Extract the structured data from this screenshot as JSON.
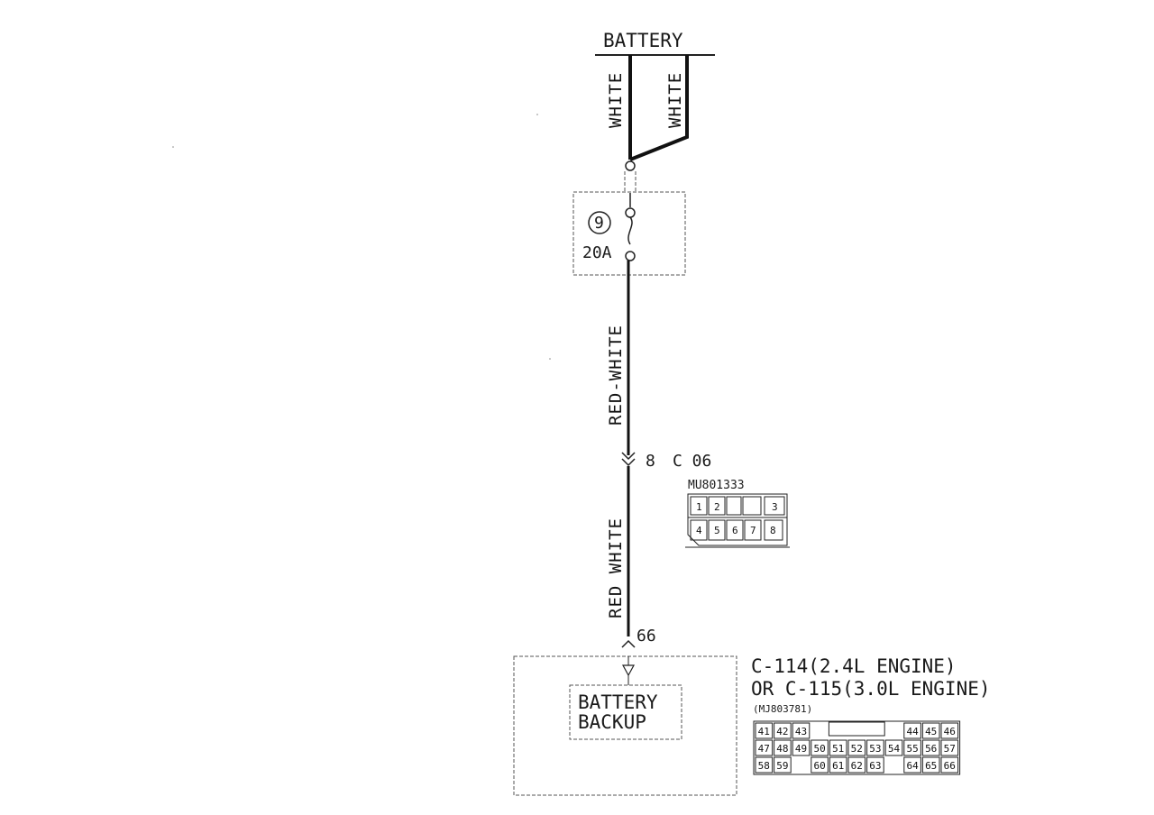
{
  "battery": {
    "label": "BATTERY"
  },
  "wires": {
    "battery_left": "WHITE",
    "battery_right": "WHITE",
    "fuse_to_connector": "RED-WHITE",
    "connector_to_ecu": "RED WHITE"
  },
  "fuse": {
    "number": "9",
    "rating": "20A"
  },
  "connector_c06": {
    "pin": "8",
    "id": "C 06",
    "part_number": "MU801333",
    "pins_row1": [
      "1",
      "2",
      "",
      "",
      "3"
    ],
    "pins_row2": [
      "4",
      "5",
      "6",
      "7",
      "8"
    ]
  },
  "ecu_connector": {
    "pin": "66",
    "line1": "C-114(2.4L ENGINE)",
    "line2": "OR C-115(3.0L ENGINE)",
    "part_number": "(MJ803781)",
    "row1": [
      "41",
      "42",
      "43",
      "",
      "",
      "",
      "",
      "",
      "44",
      "45",
      "46"
    ],
    "row2": [
      "47",
      "48",
      "49",
      "50",
      "51",
      "52",
      "53",
      "54",
      "55",
      "56",
      "57"
    ],
    "row3": [
      "58",
      "59",
      "",
      "60",
      "61",
      "62",
      "63",
      "",
      "64",
      "65",
      "66"
    ]
  },
  "module": {
    "line1": "BATTERY",
    "line2": "BACKUP"
  }
}
